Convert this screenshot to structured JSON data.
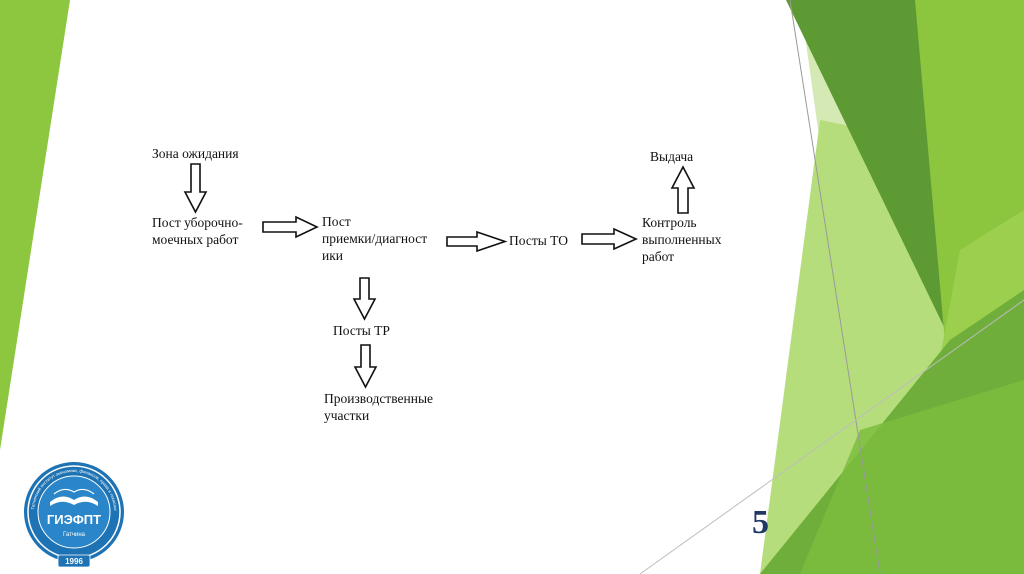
{
  "diagram": {
    "nodes": {
      "waiting_zone": "Зона ожидания",
      "cleaning_post_line1": "Пост уборочно-",
      "cleaning_post_line2": "моечных работ",
      "reception_post_line1": "Пост",
      "reception_post_line2": "приемки/диагност",
      "reception_post_line3": "ики",
      "maintenance_posts": "Посты ТО",
      "control_line1": "Контроль",
      "control_line2": "выполненных",
      "control_line3": "работ",
      "issue": "Выдача",
      "repair_posts": "Посты ТР",
      "production_areas_line1": "Производственные",
      "production_areas_line2": "участки"
    }
  },
  "slide": {
    "page_number": "5"
  },
  "logo": {
    "acronym": "ГИЭФПТ",
    "city": "Гатчина",
    "year": "1996",
    "ring_text": "Гатчинский институт экономики, финансов, права и технологий"
  },
  "colors": {
    "green_light": "#a9d36a",
    "green_mid": "#8cc63f",
    "green_dark": "#5f9a34",
    "page_number": "#1f3864",
    "logo_blue": "#1d73b4"
  }
}
